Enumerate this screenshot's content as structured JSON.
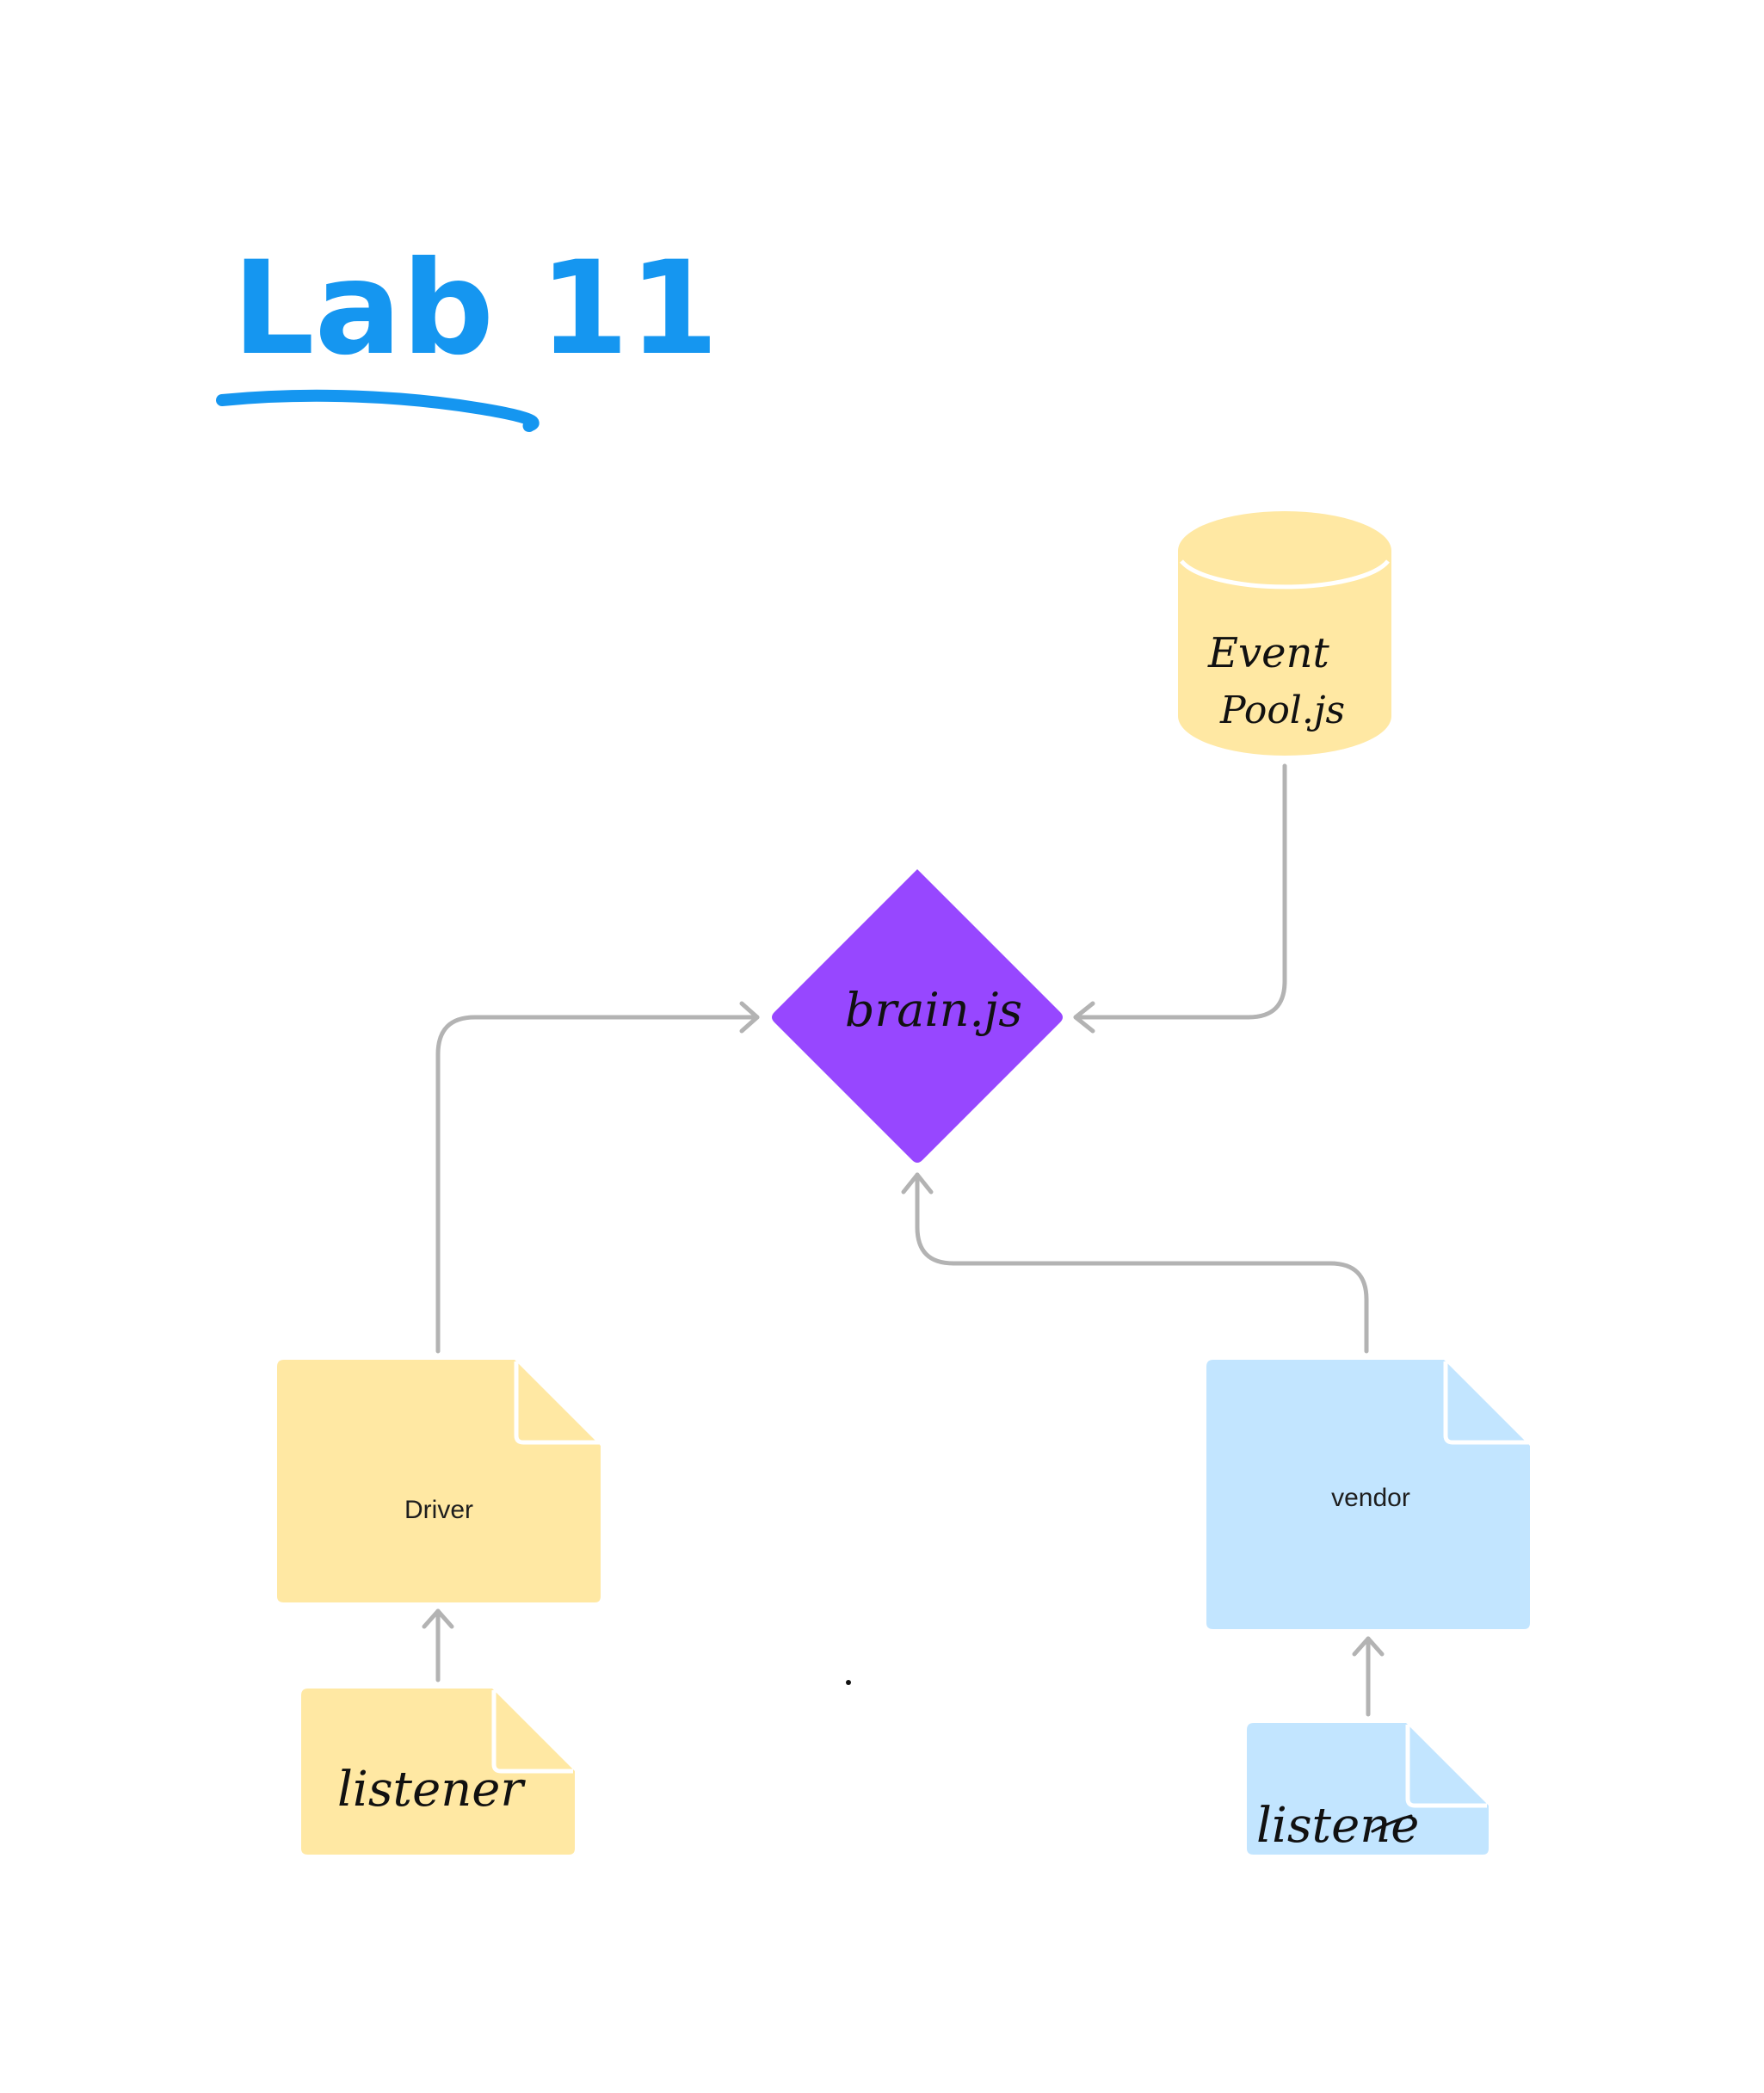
{
  "title": "Lab 11",
  "nodes": {
    "brain": {
      "label": "brain.js",
      "shape": "diamond",
      "color": "#9747ff"
    },
    "event_pool": {
      "label_line1": "Event",
      "label_line2": "Pool.js",
      "shape": "cylinder",
      "color": "#ffe8a3"
    },
    "driver": {
      "label": "Driver",
      "shape": "document",
      "color": "#ffe8a3"
    },
    "vendor": {
      "label": "vendor",
      "shape": "document",
      "color": "#c2e5ff"
    },
    "driver_listener": {
      "label": "listener",
      "shape": "document",
      "color": "#ffe8a3"
    },
    "vendor_listener": {
      "label": "listene",
      "shape": "document",
      "color": "#c2e5ff"
    }
  },
  "edges": [
    {
      "from": "event_pool",
      "to": "brain"
    },
    {
      "from": "driver",
      "to": "brain"
    },
    {
      "from": "vendor",
      "to": "brain"
    },
    {
      "from": "driver_listener",
      "to": "driver"
    },
    {
      "from": "vendor_listener",
      "to": "vendor"
    }
  ],
  "colors": {
    "title": "#1596f0",
    "connector": "#b3b3b3",
    "yellow": "#ffe8a3",
    "blue": "#c2e5ff",
    "purple": "#9747ff"
  }
}
